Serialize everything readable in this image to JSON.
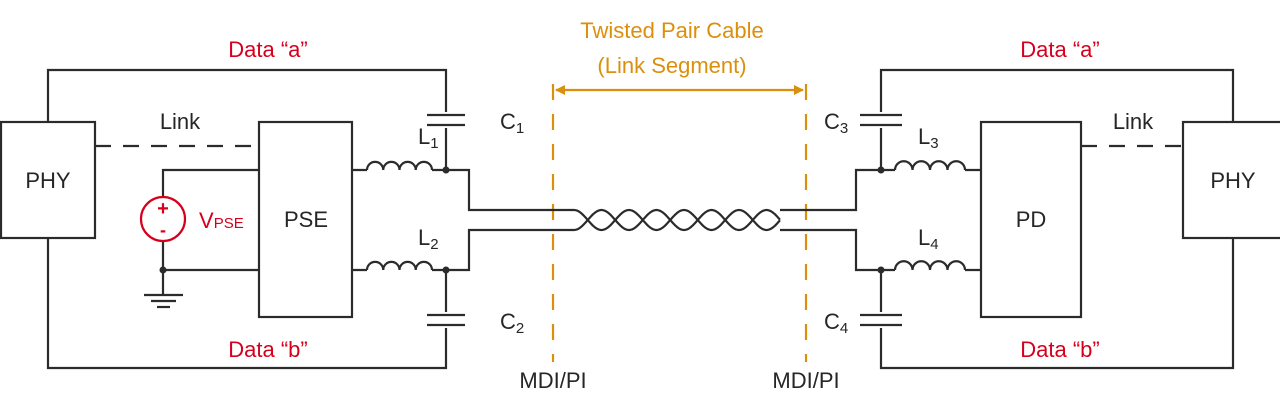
{
  "colors": {
    "data_label": "#d6001c",
    "cable": "#dc8f0c",
    "wire": "#2b2b2b"
  },
  "cable": {
    "title_line1": "Twisted Pair Cable",
    "title_line2": "(Link Segment)"
  },
  "left": {
    "data_a": "Data “a”",
    "data_b": "Data “b”",
    "link": "Link",
    "phy": "PHY",
    "pse": "PSE",
    "vpse": {
      "main": "V",
      "sub": "PSE"
    },
    "c1": {
      "main": "C",
      "sub": "1"
    },
    "c2": {
      "main": "C",
      "sub": "2"
    },
    "l1": {
      "main": "L",
      "sub": "1"
    },
    "l2": {
      "main": "L",
      "sub": "2"
    },
    "mdi": "MDI/PI"
  },
  "right": {
    "data_a": "Data “a”",
    "data_b": "Data “b”",
    "link": "Link",
    "phy": "PHY",
    "pd": "PD",
    "c3": {
      "main": "C",
      "sub": "3"
    },
    "c4": {
      "main": "C",
      "sub": "4"
    },
    "l3": {
      "main": "L",
      "sub": "3"
    },
    "l4": {
      "main": "L",
      "sub": "4"
    },
    "mdi": "MDI/PI"
  },
  "source_symbols": {
    "plus": "+",
    "minus": "-"
  }
}
